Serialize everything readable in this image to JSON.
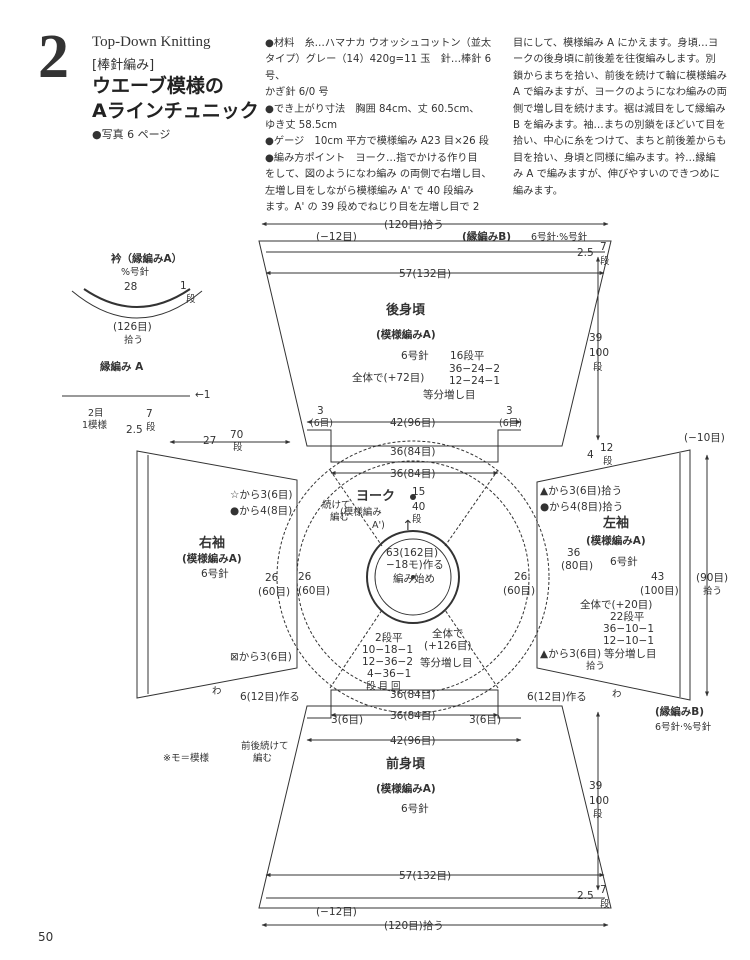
{
  "header": {
    "pattern_number": "2",
    "title_en": "Top-Down Knitting",
    "title_jp_sub": "[棒針編み]",
    "title_main_line1": "ウエーブ模様の",
    "title_main_line2": "Aラインチュニック",
    "photo_ref": "●写真 6 ページ"
  },
  "instructions": {
    "col1": [
      "●材料　糸…ハマナカ ウオッシュコットン（並太",
      "タイプ）グレー（14）420g=11 玉　針…棒針 6 号、",
      "かぎ針 6/0 号",
      "●でき上がり寸法　胸囲 84cm、丈 60.5cm、",
      "ゆき丈 58.5cm",
      "●ゲージ　10cm 平方で模様編み A23 目×26 段",
      "●編み方ポイント　ヨーク…指でかける作り目",
      "をして、図のようになわ編み の両側で右増し目、",
      "左増し目をしながら模様編み A' で 40 段編み",
      "ます。A' の 39 段めでねじり目を左増し目で 2"
    ],
    "col2": [
      "目にして、模様編み A にかえます。身頃…ヨ",
      "ークの後身頃に前後差を往復編みします。別",
      "鎖からまちを拾い、前後を続けて輪に模様編み",
      "A で編みますが、ヨークのようになわ編みの両",
      "側で増し目を続けます。裾は減目をして縁編み",
      "B を編みます。袖…まちの別鎖をほどいて目を",
      "拾い、中心に糸をつけて、まちと前後差からも",
      "目を拾い、身頃と同様に編みます。衿…縁編",
      "み A で編みますが、伸びやすいのできつめに",
      "編みます。"
    ]
  },
  "diagram": {
    "collar": {
      "title": "衿（縁編みA）",
      "needle": "%号針",
      "width": "28",
      "rows": "1",
      "rows_unit": "段",
      "pickup": "(126目)",
      "pickup_label": "拾う"
    },
    "edge_a": {
      "title": "縁編み A",
      "arrow_num": "←1",
      "repeat": "2目",
      "repeat_label": "1模様",
      "rows": "7",
      "rows_unit": "段",
      "height": "2.5"
    },
    "back": {
      "title": "後身頃",
      "pattern": "(模様編みA)",
      "needle": "6号針",
      "top_pick": "(120目)拾う",
      "dec_top": "(−12目)",
      "edge_b": "(縁編みB)",
      "edge_b_needle": "6号針·%号針",
      "width_bottom": "57(132目)",
      "edge_h": "2.5",
      "edge_rows": "7",
      "side_len": "39",
      "side_rows": "100",
      "rows_unit": "段",
      "inc_total": "全体で(+72目)",
      "inc_rule": "16段平",
      "inc_rule2": "36−24−2",
      "inc_rule3": "12−24−1",
      "inc_even": "等分増し目",
      "corner_l": "3",
      "corner_l2": "(6目)",
      "corner_r": "3",
      "corner_r2": "(6目)",
      "width_top": "42(96目)",
      "gusset_h": "4",
      "gusset_rows": "12",
      "width_yoke": "36(84目)"
    },
    "yoke": {
      "title": "ヨーク",
      "pattern": "(模様編み",
      "pattern2": "A')",
      "rows": "15",
      "rows2": "40",
      "rows_unit": "段",
      "cable_note": "続けて",
      "cable_note2": "編む",
      "width_outer": "36(84目)",
      "cast_on": "63(162目)",
      "cast_on2": "−18モ)作る",
      "start": "編み始め",
      "inc_rule": "2段平",
      "inc_rule2": "10−18−1",
      "inc_rule3": "12−36−2",
      "inc_rule4": "4−36−1",
      "inc_rule5": "段 目 回",
      "inc_total": "全体で",
      "inc_total2": "(+126目)",
      "inc_even": "等分増し目",
      "side_w": "26",
      "side_st": "(60目)",
      "width_bottom": "36(84目)"
    },
    "right_sleeve": {
      "title": "右袖",
      "pattern": "(模様編みA)",
      "needle": "6号針",
      "pick_star": "☆から3(6目)",
      "pick_dot": "●から4(8目)",
      "pick_x": "⊠から3(6目)",
      "width_outer": "26",
      "width_outer2": "(60目)",
      "width_inner": "26",
      "width_inner2": "(60目)",
      "length": "27",
      "length_rows": "70",
      "rows_unit": "段",
      "wa": "わ"
    },
    "left_sleeve": {
      "title": "左袖",
      "pattern": "(模様編みA)",
      "needle": "6号針",
      "pick_tri": "▲から3(6目)拾う",
      "pick_dot": "●から4(8目)拾う",
      "pick_tri2": "▲から3(6目)",
      "pick_label": "拾う",
      "width_inner": "36",
      "width_inner2": "(80目)",
      "width_outer": "43",
      "width_outer2": "(100目)",
      "dec_top": "(−10目)",
      "pick_total": "(90目)",
      "pick_total_label": "拾う",
      "inc_total": "全体で(+20目)",
      "inc_rule": "22段平",
      "inc_rule2": "36−10−1",
      "inc_rule3": "12−10−1",
      "inc_even": "等分増し目",
      "edge_b": "(縁編みB)",
      "edge_b_needle": "6号針·%号針",
      "wa": "わ"
    },
    "front": {
      "title": "前身頃",
      "pattern": "(模様編みA)",
      "needle": "6号針",
      "make_l": "6(12目)作る",
      "make_r": "6(12目)作る",
      "corner_l": "3(6目)",
      "corner_r": "3(6目)",
      "width_yoke": "36(84目)",
      "width_top": "42(96目)",
      "note": "前後続けて",
      "note2": "編む",
      "mo_note": "※モ＝模様",
      "side_len": "39",
      "side_rows": "100",
      "rows_unit": "段",
      "width_bottom": "57(132目)",
      "dec_bottom": "(−12目)",
      "pick_bottom": "(120目)拾う",
      "edge_h": "2.5",
      "edge_rows": "7"
    }
  },
  "page_number": "50"
}
